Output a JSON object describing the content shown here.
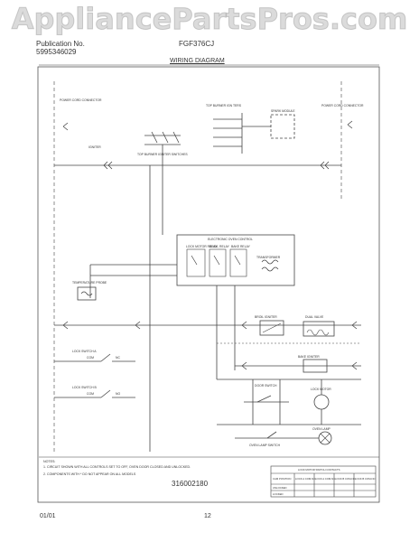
{
  "header": {
    "watermark": "AppliancePartsPros.com",
    "publication_label": "Publication No.",
    "publication_number": "5995346029",
    "model": "FGF376CJ",
    "diagram_title": "WIRING DIAGRAM"
  },
  "diagram": {
    "power_cord_left": "POWER CORD CONNECTOR",
    "power_cord_right": "POWER CORD CONNECTOR",
    "top_burner_igniters": "TOP BURNER IGN TERS",
    "spark_module": "SPARK MODULE",
    "burner_switches": "TOP BURNER IGNITER SWITCHES",
    "ignition_igniter": "IGNITER",
    "electronic_oven_control": "ELECTRONIC OVEN CONTROL",
    "lock_motor_relay": "LOCK MOTOR RELAY",
    "broil_relay": "BROIL RELAY",
    "bake_relay": "BAKE RELAY",
    "transformer": "TRANSFORMER",
    "temperature_probe": "TEMPERATURE PROBE",
    "lock_switch_a": "LOCK SWITCH A",
    "lock_switch_b": "LOCK SWITCH B",
    "broil_igniter": "BROIL IGNITER",
    "bake_igniter": "BAKE IGNITER",
    "dual_valve": "DUAL VALVE",
    "door_switch": "DOOR SWITCH",
    "lock_motor": "LOCK MOTOR",
    "oven_lamp": "OVEN LAMP",
    "oven_lamp_switch": "OVEN LAMP SWITCH",
    "nc": "NC",
    "no": "NO",
    "com": "COM",
    "notes_title": "NOTES:",
    "note_1": "1. CIRCUIT SHOWN WITH ALL CONTROLS SET TO OFF, OVEN DOOR CLOSED AND UNLOCKED.",
    "note_2": "2. COMPONENTS WITH * DO NOT APPEAR ON ALL MODELS",
    "table_title": "LOCK MOTOR SWITCH CONTACTS",
    "table_headers": [
      "CAM POSITION",
      "LOCK A COM-NO",
      "LOCK A COM-NC",
      "LOCK B COM-NO",
      "LOCK B COM-NC"
    ],
    "table_rows": [
      [
        "UNLOCKED",
        "",
        "",
        "",
        ""
      ],
      [
        "LOCKED",
        "",
        "",
        "",
        ""
      ]
    ],
    "document_number": "316002180"
  },
  "footer": {
    "date": "01/01",
    "page": "12"
  }
}
